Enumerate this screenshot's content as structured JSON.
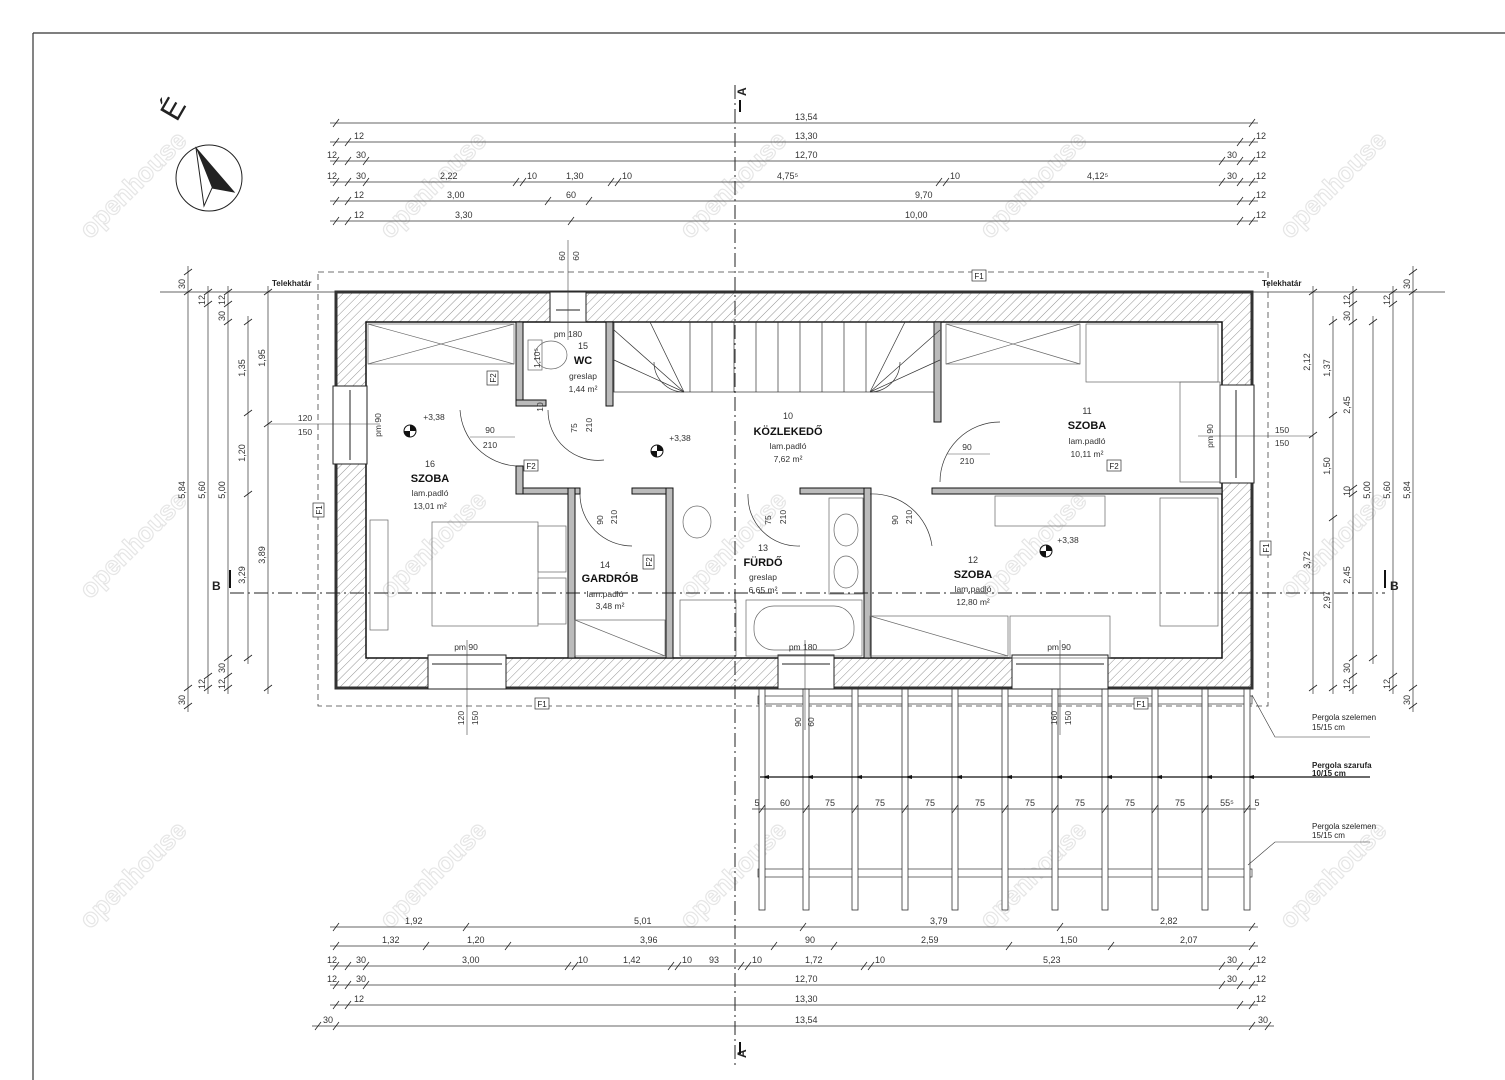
{
  "plan": {
    "north_label": "É",
    "property_line_label": "Telekhatár",
    "section_a": "A",
    "section_b": "B",
    "watermark": "openhouse",
    "rooms": [
      {
        "no": "15",
        "name": "WC",
        "floor": "greslap",
        "area": "1,44 m²",
        "window": "pm 180",
        "fixture_dim": "1,10⁵"
      },
      {
        "no": "10",
        "name": "KÖZLEKEDŐ",
        "floor": "lam.padló",
        "area": "7,62 m²"
      },
      {
        "no": "11",
        "name": "SZOBA",
        "floor": "lam.padló",
        "area": "10,11 m²"
      },
      {
        "no": "16",
        "name": "SZOBA",
        "floor": "lam.padló",
        "area": "13,01 m²"
      },
      {
        "no": "14",
        "name": "GARDRÓB",
        "floor": "lam.padló",
        "area": "3,48 m²"
      },
      {
        "no": "13",
        "name": "FÜRDŐ",
        "floor": "greslap",
        "area": "6,65 m²"
      },
      {
        "no": "12",
        "name": "SZOBA",
        "floor": "lam.padló",
        "area": "12,80 m²"
      }
    ],
    "levels": [
      "+3,38",
      "+3,38",
      "+3,38"
    ],
    "windows": [
      "pm 90",
      "pm 180",
      "pm 90",
      "pm 90",
      "pm 90"
    ],
    "doors": [
      {
        "w": "90",
        "h": "210"
      },
      {
        "w": "90",
        "h": "210"
      },
      {
        "w": "75",
        "h": "210"
      },
      {
        "w": "90",
        "h": "210"
      },
      {
        "w": "75",
        "h": "210"
      },
      {
        "w": "90",
        "h": "210"
      },
      {
        "w": "10",
        "h": "10"
      }
    ],
    "window_dims": [
      {
        "a": "120",
        "b": "150"
      },
      {
        "a": "150",
        "b": "150"
      },
      {
        "a": "120",
        "b": "150"
      },
      {
        "a": "90",
        "b": "60"
      },
      {
        "a": "160",
        "b": "150"
      },
      {
        "a": "60",
        "b": "60"
      }
    ],
    "tags": [
      "F1",
      "F1",
      "F1",
      "F1",
      "F1",
      "F2",
      "F2",
      "F2",
      "F2"
    ],
    "pergola": {
      "beam_label": "Pergola szelemen",
      "beam_size": "15/15 cm",
      "rafter_label": "Pergola szarufa",
      "rafter_size": "10/15 cm",
      "spacing": [
        "5",
        "60",
        "75",
        "75",
        "75",
        "75",
        "75",
        "75",
        "75",
        "75",
        "55⁵",
        "5"
      ]
    }
  },
  "dimensions": {
    "top": [
      [
        "13,54"
      ],
      [
        "12",
        "13,30",
        "12"
      ],
      [
        "12",
        "30",
        "12,70",
        "30",
        "12"
      ],
      [
        "12",
        "30",
        "2,22",
        "10",
        "1,30",
        "10",
        "4,75⁵",
        "10",
        "4,12⁵",
        "30",
        "12"
      ],
      [
        "12",
        "3,00",
        "60",
        "9,70",
        "12"
      ],
      [
        "12",
        "3,30",
        "10,00",
        "12"
      ]
    ],
    "bottom": [
      [
        "1,92",
        "5,01",
        "3,79",
        "2,82"
      ],
      [
        "1,32",
        "1,20",
        "3,96",
        "90",
        "2,59",
        "1,50",
        "2,07"
      ],
      [
        "12",
        "30",
        "3,00",
        "10",
        "1,42",
        "10",
        "93",
        "10",
        "1,72",
        "10",
        "5,23",
        "30",
        "12"
      ],
      [
        "12",
        "30",
        "12,70",
        "30",
        "12"
      ],
      [
        "12",
        "13,30",
        "12"
      ],
      [
        "30",
        "13,54",
        "30"
      ]
    ],
    "left": [
      [
        "30",
        "5,84",
        "30"
      ],
      [
        "12",
        "5,60",
        "12"
      ],
      [
        "12",
        "30",
        "5,00",
        "30",
        "12"
      ],
      [
        "1,35",
        "1,20",
        "3,29"
      ],
      [
        "1,95",
        "3,89"
      ]
    ],
    "right": [
      [
        "2,12",
        "3,72"
      ],
      [
        "1,37",
        "1,50",
        "2,97"
      ],
      [
        "12",
        "30",
        "2,45",
        "10",
        "2,45",
        "30",
        "12"
      ],
      [
        "5,00"
      ],
      [
        "12",
        "5,60",
        "12"
      ],
      [
        "30",
        "5,84",
        "30"
      ]
    ]
  }
}
